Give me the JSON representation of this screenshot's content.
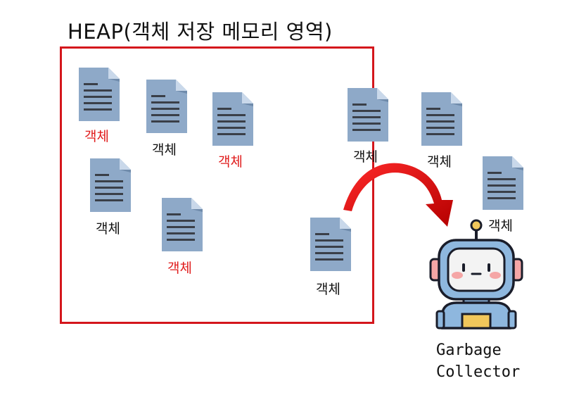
{
  "title": "HEAP(객체 저장 메모리 영역)",
  "object_label": "객체",
  "colors": {
    "heap_border": "#d4161c",
    "label_unreachable": "#e01b1b",
    "label_reachable": "#111111",
    "doc_body": "#8ea9c8",
    "doc_lines": "#3a3f48",
    "arrow": "#d40000"
  },
  "objects": [
    {
      "label": "객체",
      "state": "unreachable",
      "icon": "document-icon"
    },
    {
      "label": "객체",
      "state": "reachable",
      "icon": "document-icon"
    },
    {
      "label": "객체",
      "state": "unreachable",
      "icon": "document-icon"
    },
    {
      "label": "객체",
      "state": "reachable",
      "icon": "document-icon"
    },
    {
      "label": "객체",
      "state": "unreachable",
      "icon": "document-icon"
    },
    {
      "label": "객체",
      "state": "reachable",
      "icon": "document-icon"
    },
    {
      "label": "객체",
      "state": "reachable",
      "icon": "document-icon"
    },
    {
      "label": "객체",
      "state": "reachable",
      "icon": "document-icon"
    },
    {
      "label": "객체",
      "state": "reachable",
      "icon": "document-icon"
    }
  ],
  "collector": {
    "line1": "Garbage",
    "line2": "Collector",
    "icon": "robot-icon"
  },
  "arrow_icon": "curved-arrow-icon"
}
